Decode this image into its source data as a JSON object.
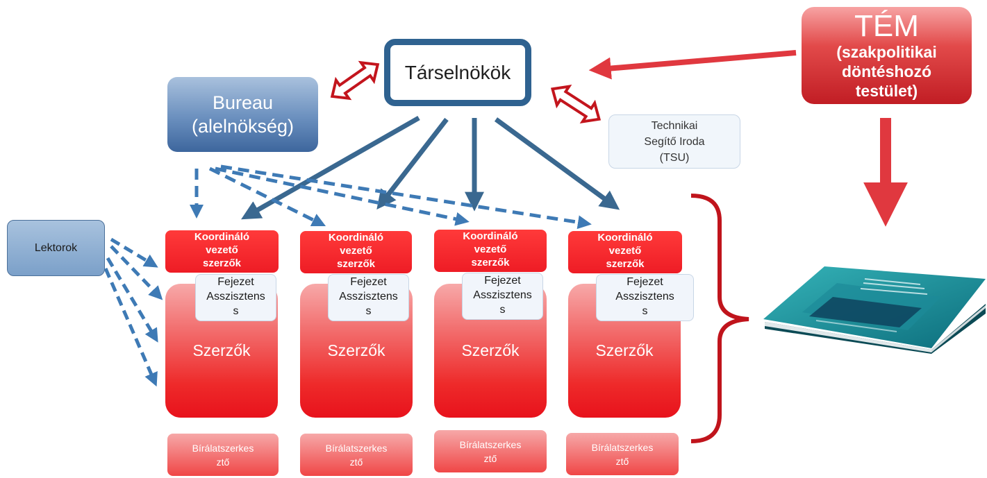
{
  "nodes": {
    "tarselnokok": "Társelnökök",
    "bureau": [
      "Bureau",
      "(alelnökség)"
    ],
    "tem": [
      "TÉM",
      "(szakpolitikai",
      "döntéshozó",
      "testület)"
    ],
    "tsu": [
      "Technikai",
      "Segítő Iroda",
      "(TSU)"
    ],
    "lektorok": "Lektorok"
  },
  "columns": [
    {
      "koord": [
        "Koordináló",
        "vezető",
        "szerzők"
      ],
      "fejezet": [
        "Fejezet",
        "Asszisztens",
        "s"
      ],
      "szerzok": "Szerzők",
      "biralat": [
        "Bírálatszerkes",
        "ztő"
      ]
    },
    {
      "koord": [
        "Koordináló",
        "vezető",
        "szerzők"
      ],
      "fejezet": [
        "Fejezet",
        "Asszisztens",
        "s"
      ],
      "szerzok": "Szerzők",
      "biralat": [
        "Bírálatszerkes",
        "ztő"
      ]
    },
    {
      "koord": [
        "Koordináló",
        "vezető",
        "szerzők"
      ],
      "fejezet": [
        "Fejezet",
        "Asszisztens",
        "s"
      ],
      "szerzok": "Szerzők",
      "biralat": [
        "Bírálatszerkes",
        "ztő"
      ]
    },
    {
      "koord": [
        "Koordináló",
        "vezető",
        "szerzők"
      ],
      "fejezet": [
        "Fejezet",
        "Asszisztens",
        "s"
      ],
      "szerzok": "Szerzők",
      "biralat": [
        "Bírálatszerkes",
        "ztő"
      ]
    }
  ],
  "colors": {
    "blue_arrow": "#3a6890",
    "dashed_arrow": "#3e7ab5",
    "red_arrow": "#e0383f",
    "bracket": "#c0141c"
  }
}
